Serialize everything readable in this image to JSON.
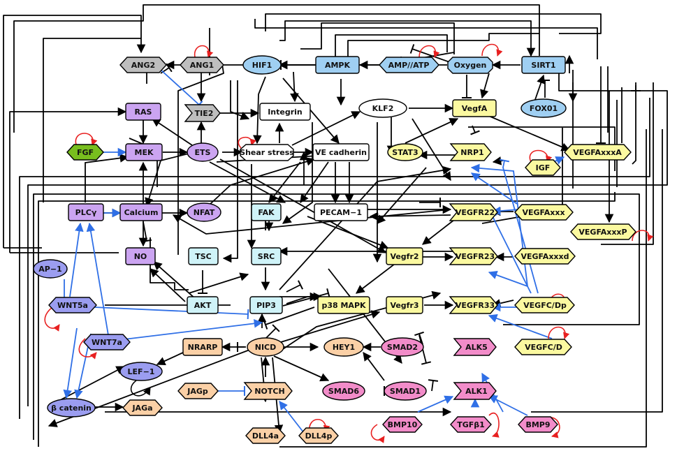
{
  "colors": {
    "gray": "#bebebe",
    "blue": "#9fcff2",
    "purple": "#cba4f1",
    "green": "#78be1e",
    "white": "#ffffff",
    "cyan": "#cff3f8",
    "yellow": "#fbf9a0",
    "orange": "#fbd0a6",
    "pink": "#f28cc9",
    "violet": "#9b9df0",
    "stroke": "#000000",
    "self_loop": "#e82020",
    "blue_edge": "#2f6fe6"
  },
  "nodes": {
    "ang2": {
      "label": "ANG2",
      "icon": "hexagon"
    },
    "ang1": {
      "label": "ANG1",
      "icon": "hexagon"
    },
    "hif1": {
      "label": "HIF1",
      "icon": "ellipse"
    },
    "ampk": {
      "label": "AMPK",
      "icon": "rectangle"
    },
    "amp_atp": {
      "label": "AMP//ATP",
      "icon": "hexagon"
    },
    "oxygen": {
      "label": "Oxygen",
      "icon": "octagon"
    },
    "sirt1": {
      "label": "SIRT1",
      "icon": "rectangle"
    },
    "ras": {
      "label": "RAS",
      "icon": "rectangle"
    },
    "tie2": {
      "label": "TIE2",
      "icon": "arrow-pentagon"
    },
    "integrin": {
      "label": "Integrin",
      "icon": "rectangle"
    },
    "klf2": {
      "label": "KLF2",
      "icon": "ellipse"
    },
    "vegfa": {
      "label": "VegfA",
      "icon": "rectangle"
    },
    "fox01": {
      "label": "FOX01",
      "icon": "ellipse"
    },
    "fgf": {
      "label": "FGF",
      "icon": "hexagon"
    },
    "mek": {
      "label": "MEK",
      "icon": "rectangle"
    },
    "ets": {
      "label": "ETS",
      "icon": "ellipse"
    },
    "shear": {
      "label": "Shear stress",
      "icon": "octagon"
    },
    "vecad": {
      "label": "VE cadherin",
      "icon": "rectangle"
    },
    "stat3": {
      "label": "STAT3",
      "icon": "ellipse"
    },
    "nrp1": {
      "label": "NRP1",
      "icon": "arrow-pentagon"
    },
    "igf": {
      "label": "IGF",
      "icon": "hexagon"
    },
    "vegfaxxxa": {
      "label": "VEGFAxxxA",
      "icon": "hexagon"
    },
    "plcy": {
      "label": "PLCγ",
      "icon": "rectangle"
    },
    "calcium": {
      "label": "Calcium",
      "icon": "rectangle"
    },
    "nfat": {
      "label": "NFAT",
      "icon": "ellipse"
    },
    "fak": {
      "label": "FAK",
      "icon": "rectangle"
    },
    "pecam": {
      "label": "PECAM−1",
      "icon": "rectangle"
    },
    "vegfr22": {
      "label": "VEGFR22",
      "icon": "arrow-pentagon"
    },
    "vegfaxxx": {
      "label": "VEGFAxxx",
      "icon": "hexagon"
    },
    "vegfaxxxp": {
      "label": "VEGFAxxxP",
      "icon": "hexagon"
    },
    "ap1": {
      "label": "AP−1",
      "icon": "ellipse"
    },
    "no": {
      "label": "NO",
      "icon": "rectangle"
    },
    "tsc": {
      "label": "TSC",
      "icon": "rectangle"
    },
    "src": {
      "label": "SRC",
      "icon": "rectangle"
    },
    "vegfr2": {
      "label": "Vegfr2",
      "icon": "rectangle"
    },
    "vegfr23": {
      "label": "VEGFR23",
      "icon": "arrow-pentagon"
    },
    "vegfaxxxd": {
      "label": "VEGFAxxxd",
      "icon": "hexagon"
    },
    "wnt5a": {
      "label": "WNT5a",
      "icon": "hexagon"
    },
    "akt": {
      "label": "AKT",
      "icon": "rectangle"
    },
    "pip3": {
      "label": "PIP3",
      "icon": "rectangle"
    },
    "p38": {
      "label": "p38 MAPK",
      "icon": "rectangle"
    },
    "vegfr3": {
      "label": "Vegfr3",
      "icon": "rectangle"
    },
    "vegfr33": {
      "label": "VEGFR33",
      "icon": "arrow-pentagon"
    },
    "vegfcdp": {
      "label": "VEGFC/Dp",
      "icon": "hexagon"
    },
    "wnt7a": {
      "label": "WNT7a",
      "icon": "hexagon"
    },
    "nrarp": {
      "label": "NRARP",
      "icon": "rectangle"
    },
    "nicd": {
      "label": "NICD",
      "icon": "ellipse"
    },
    "hey1": {
      "label": "HEY1",
      "icon": "ellipse"
    },
    "smad2": {
      "label": "SMAD2",
      "icon": "ellipse"
    },
    "alk5": {
      "label": "ALK5",
      "icon": "arrow-pentagon"
    },
    "vegfcd": {
      "label": "VEGFC/D",
      "icon": "hexagon"
    },
    "lef1": {
      "label": "LEF−1",
      "icon": "ellipse"
    },
    "jagp": {
      "label": "JAGp",
      "icon": "hexagon"
    },
    "notch": {
      "label": "NOTCH",
      "icon": "arrow-pentagon"
    },
    "smad6": {
      "label": "SMAD6",
      "icon": "ellipse"
    },
    "smad1": {
      "label": "SMAD1",
      "icon": "ellipse"
    },
    "alk1": {
      "label": "ALK1",
      "icon": "arrow-pentagon"
    },
    "bcat": {
      "label": "β catenin",
      "icon": "ellipse"
    },
    "jaga": {
      "label": "JAGa",
      "icon": "hexagon"
    },
    "bmp10": {
      "label": "BMP10",
      "icon": "hexagon"
    },
    "tgfb1": {
      "label": "TGFβ1",
      "icon": "hexagon"
    },
    "bmp9": {
      "label": "BMP9",
      "icon": "hexagon"
    },
    "dll4a": {
      "label": "DLL4a",
      "icon": "hexagon"
    },
    "dll4p": {
      "label": "DLL4p",
      "icon": "hexagon"
    }
  }
}
